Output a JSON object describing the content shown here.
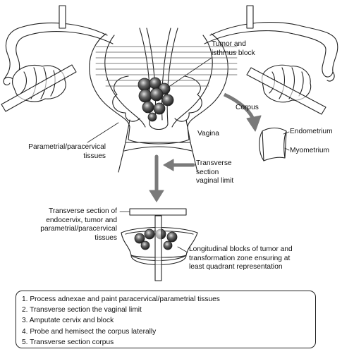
{
  "labels": {
    "tumor_block": [
      "Tumor and",
      "isthmus block"
    ],
    "corpus": "Corpus",
    "endometrium": "Endometrium",
    "myometrium": "Myometrium",
    "vagina": "Vagina",
    "parametrial": [
      "Parametrial/paracervical",
      "tissues"
    ],
    "vaginal_limit": [
      "Transverse",
      "section",
      "vaginal limit"
    ],
    "transverse_endocervix": [
      "Transverse section of",
      "endocervix, tumor and",
      "parametrial/paracervical",
      "tissues"
    ],
    "longitudinal": [
      "Longitudinal blocks of tumor and",
      "transformation zone ensuring at",
      "least quadrant representation"
    ]
  },
  "steps": [
    "1. Process adnexae and paint paracervical/parametrial tissues",
    "2. Transverse section the vaginal limit",
    "3. Amputate cervix and block",
    "4. Probe and hemisect the corpus laterally",
    "5. Transverse section corpus"
  ],
  "colors": {
    "line": "#222222",
    "arrow": "#7a7a7a",
    "tumor": "#3a3a3a"
  }
}
